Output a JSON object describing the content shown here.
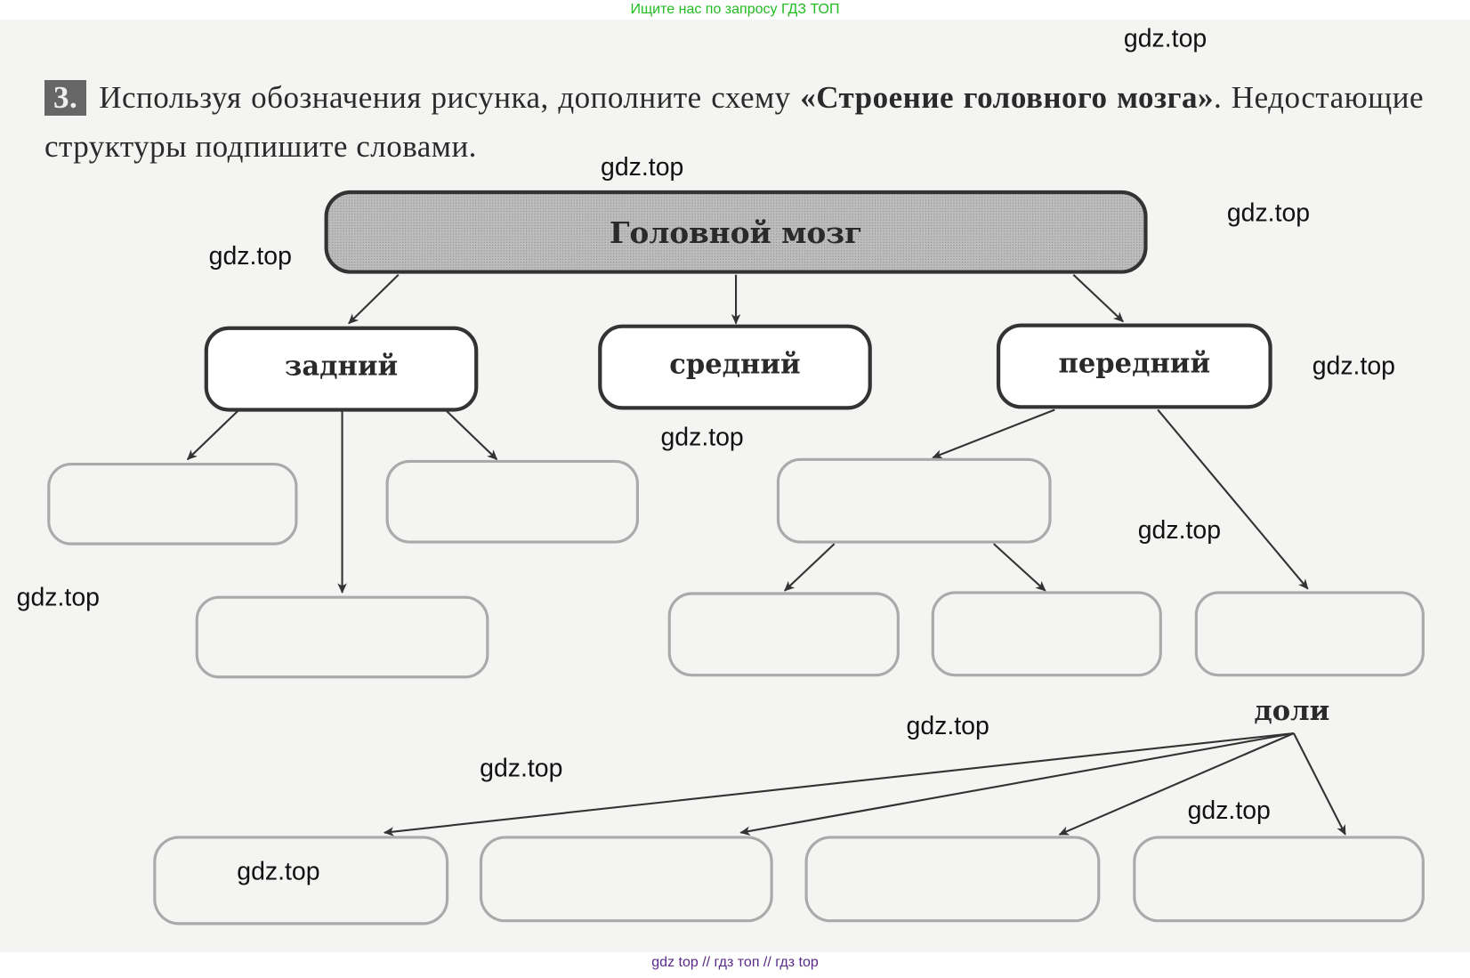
{
  "header_link": "Ищите нас по запросу ГДЗ ТОП",
  "footer_link": "gdz top  //  гдз топ  //  гдз top",
  "task": {
    "number": "3.",
    "text_plain": "Используя обозначения рисунка, дополните схему ",
    "text_bold": "«Строение головного мозга»",
    "text_tail": ". Недостающие структуры подпишите словами."
  },
  "diagram": {
    "root": "Головной мозг",
    "children": [
      "задний",
      "средний",
      "передний"
    ],
    "lobes_label": "доли"
  },
  "watermark": "gdz.top"
}
